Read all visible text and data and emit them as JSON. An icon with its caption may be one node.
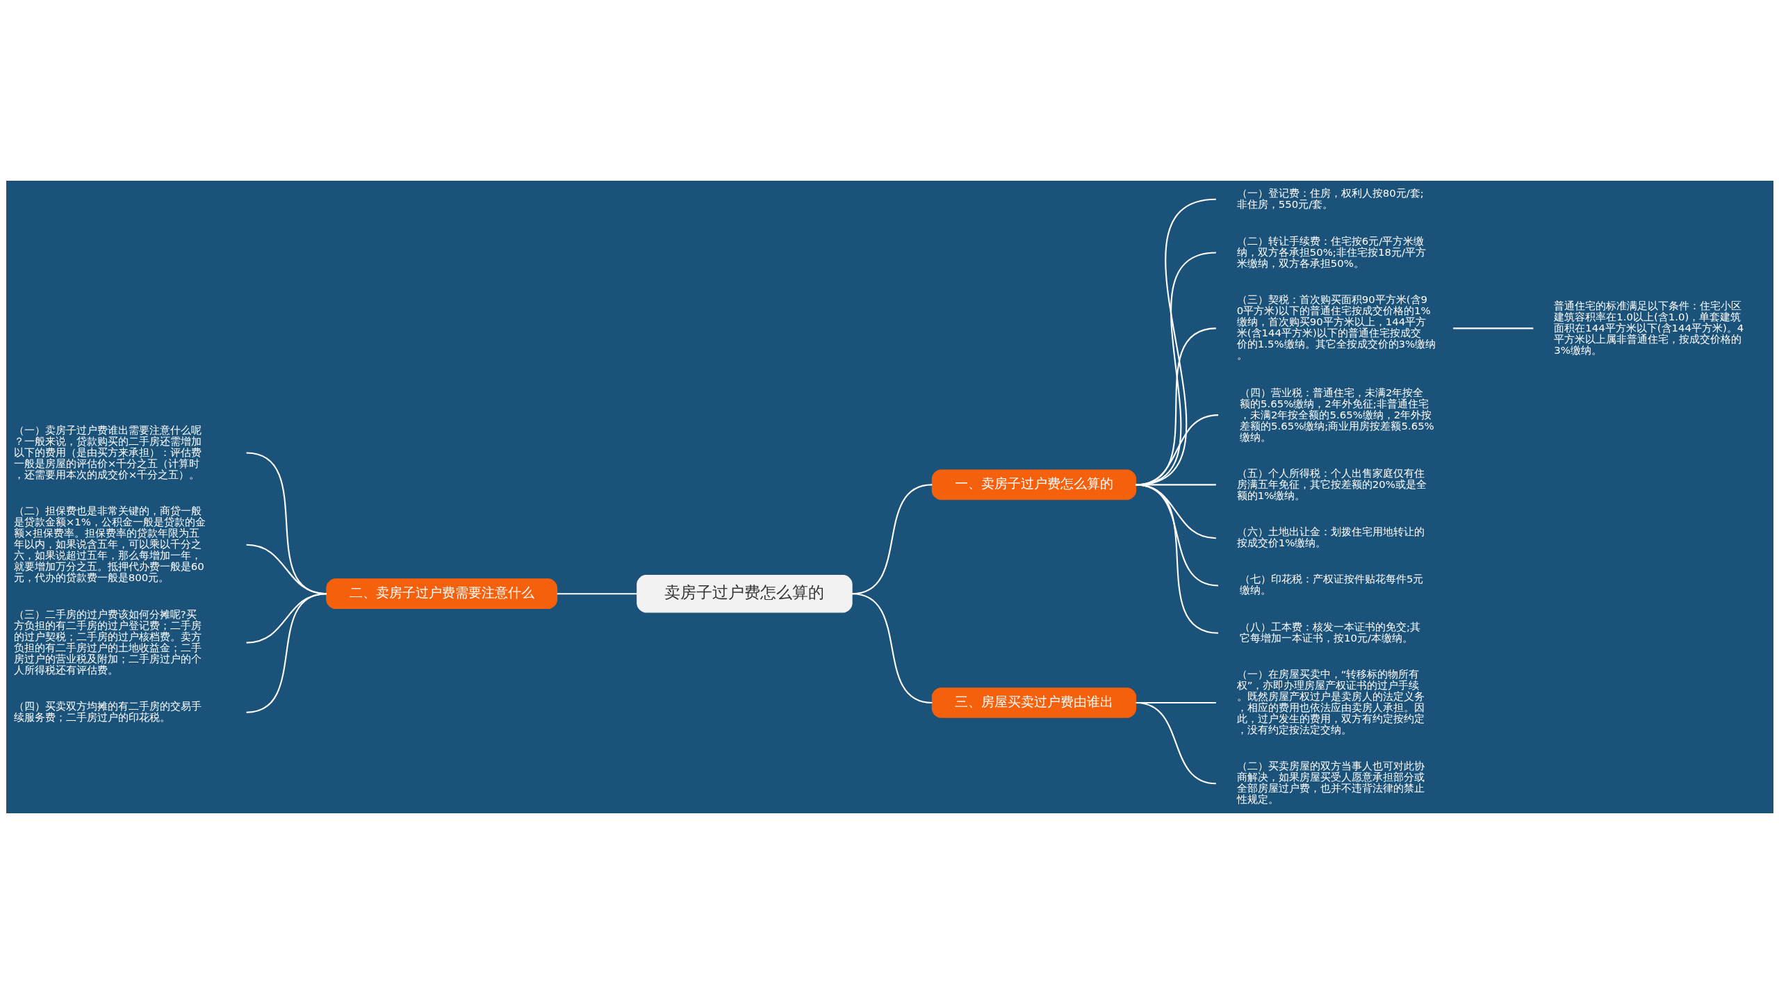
{
  "diagram": {
    "nodes": [
      {
        "text": [
          "卖房子过户费怎么算的"
        ]
      },
      {
        "text": [
          "一、卖房子过户费怎么算的"
        ]
      },
      {
        "text": [
          "（一）登记费：住房，权利人按80元/套;非住房，550元/套。"
        ]
      },
      {
        "text": [
          "（二）转让手续费：住宅按6元/平方米缴纳，双方各承担50%;非住宅按18元/平方米缴纳，双方各承担50%。"
        ]
      },
      {
        "text": [
          "（三）契税：首次购买面积90平方米(含90平方米)以下的普通住宅按成交价格的1%缴纳，首次购买90平方米以上，144平方米(含144平方米)以下的普通住宅按成交价的1.5%缴纳。其它全按成交价的3%缴纳。"
        ]
      },
      {
        "text": [
          "普通住宅的标准满足以下条件：住宅小区建筑容积率在1.0以上(含1.0)，单套建筑面积在144平方米以下(含144平方米)。4平方米以上属非普通住宅，按成交价格的3%缴纳。"
        ]
      },
      {
        "text": [
          "（四）营业税：普通住宅，未满2年按全额的5.65%缴纳，2年外免征;非普通住宅，未满2年按全额的5.65%缴纳，2年外按差额的5.65%缴纳;商业用房按差额5.65%缴纳。"
        ]
      },
      {
        "text": [
          "（五）个人所得税：个人出售家庭仅有住房满五年免征，其它按差额的20%或是全额的1%缴纳。"
        ]
      },
      {
        "text": [
          "（六）土地出让金：划拨住宅用地转让的按成交价1%缴纳。"
        ]
      },
      {
        "text": [
          "（七）印花税：产权证按件贴花每件5元缴纳。"
        ]
      },
      {
        "text": [
          "（八）工本费：核发一本证书的免交;其它每增加一本证书，按10元/本缴纳。"
        ]
      },
      {
        "text": [
          "二、卖房子过户费需要注意什么"
        ]
      },
      {
        "text": [
          "（一）卖房子过户费谁出需要注意什么呢？一般来说，贷款购买的二手房还需增加以下的费用（是由买方来承担）：评估费一般是房屋的评估价×千分之五（计算时，还需要用本次的成交价×千分之五）。"
        ]
      },
      {
        "text": [
          "（二）担保费也是非常关键的，商贷一般是贷款金额×1%，公积金一般是贷款的金额×担保费率。担保费率的贷款年限为五年以内，如果说含五年，可以乘以千分之六，如果说超过五年，那么每增加一年，就要增加万分之五。抵押代办费一般是60元，代办的贷款费一般是800元。"
        ]
      },
      {
        "text": [
          "（三）二手房的过户费该如何分摊呢?买方负担的有二手房的过户登记费；二手房的过户契税；二手房的过户核档费。卖方负担的有二手房过户的土地收益金；二手房过户的营业税及附加；二手房过户的个人所得税还有评估费。"
        ]
      },
      {
        "text": [
          "（四）买卖双方均摊的有二手房的交易手续服务费；二手房过户的印花税。"
        ]
      },
      {
        "text": [
          "三、房屋买卖过户费由谁出"
        ]
      },
      {
        "text": [
          "（一）在房屋买卖中，“转移标的物所有权”，亦即办理房屋产权证书的过户手续。既然房屋产权过户是卖房人的法定义务，相应的费用也依法应由卖房人承担。因此，过户发生的费用，双方有约定按约定，没有约定按法定交纳。"
        ]
      },
      {
        "text": [
          "（二）买卖房屋的双方当事人也可对此协商解决，如果房屋买受人愿意承担部分或全部房屋过户费，也并不违背法律的禁止性规定。"
        ]
      }
    ],
    "edges": [
      {
        "from": 0,
        "to": 1,
        "arrow": "none"
      },
      {
        "from": 1,
        "to": 2,
        "arrow": "none"
      },
      {
        "from": 1,
        "to": 3,
        "arrow": "none"
      },
      {
        "from": 1,
        "to": 4,
        "arrow": "none"
      },
      {
        "from": 4,
        "to": 5,
        "arrow": "none"
      },
      {
        "from": 1,
        "to": 6,
        "arrow": "none"
      },
      {
        "from": 1,
        "to": 7,
        "arrow": "none"
      },
      {
        "from": 1,
        "to": 8,
        "arrow": "none"
      },
      {
        "from": 1,
        "to": 9,
        "arrow": "none"
      },
      {
        "from": 1,
        "to": 10,
        "arrow": "none"
      },
      {
        "from": 0,
        "to": 11,
        "arrow": "none"
      },
      {
        "from": 11,
        "to": 12,
        "arrow": "none"
      },
      {
        "from": 11,
        "to": 13,
        "arrow": "none"
      },
      {
        "from": 11,
        "to": 14,
        "arrow": "none"
      },
      {
        "from": 11,
        "to": 15,
        "arrow": "none"
      },
      {
        "from": 0,
        "to": 16,
        "arrow": "none"
      },
      {
        "from": 16,
        "to": 17,
        "arrow": "none"
      },
      {
        "from": 16,
        "to": 18,
        "arrow": "none"
      }
    ]
  }
}
